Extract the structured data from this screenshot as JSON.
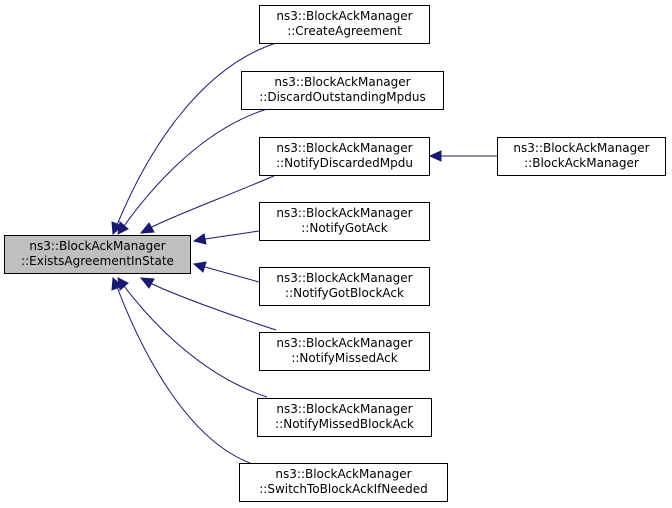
{
  "colors": {
    "edge": "#191970",
    "focus_fill": "#bfbfbf",
    "node_fill": "#ffffff",
    "node_stroke": "#000000"
  },
  "nodes": {
    "focus": {
      "line1": "ns3::BlockAckManager",
      "line2": "::ExistsAgreementInState"
    },
    "create": {
      "line1": "ns3::BlockAckManager",
      "line2": "::CreateAgreement"
    },
    "discard": {
      "line1": "ns3::BlockAckManager",
      "line2": "::DiscardOutstandingMpdus"
    },
    "discarded": {
      "line1": "ns3::BlockAckManager",
      "line2": "::NotifyDiscardedMpdu"
    },
    "ctor": {
      "line1": "ns3::BlockAckManager",
      "line2": "::BlockAckManager"
    },
    "gotack": {
      "line1": "ns3::BlockAckManager",
      "line2": "::NotifyGotAck"
    },
    "gotblockack": {
      "line1": "ns3::BlockAckManager",
      "line2": "::NotifyGotBlockAck"
    },
    "missedack": {
      "line1": "ns3::BlockAckManager",
      "line2": "::NotifyMissedAck"
    },
    "missedblockack": {
      "line1": "ns3::BlockAckManager",
      "line2": "::NotifyMissedBlockAck"
    },
    "switch": {
      "line1": "ns3::BlockAckManager",
      "line2": "::SwitchToBlockAckIfNeeded"
    }
  }
}
